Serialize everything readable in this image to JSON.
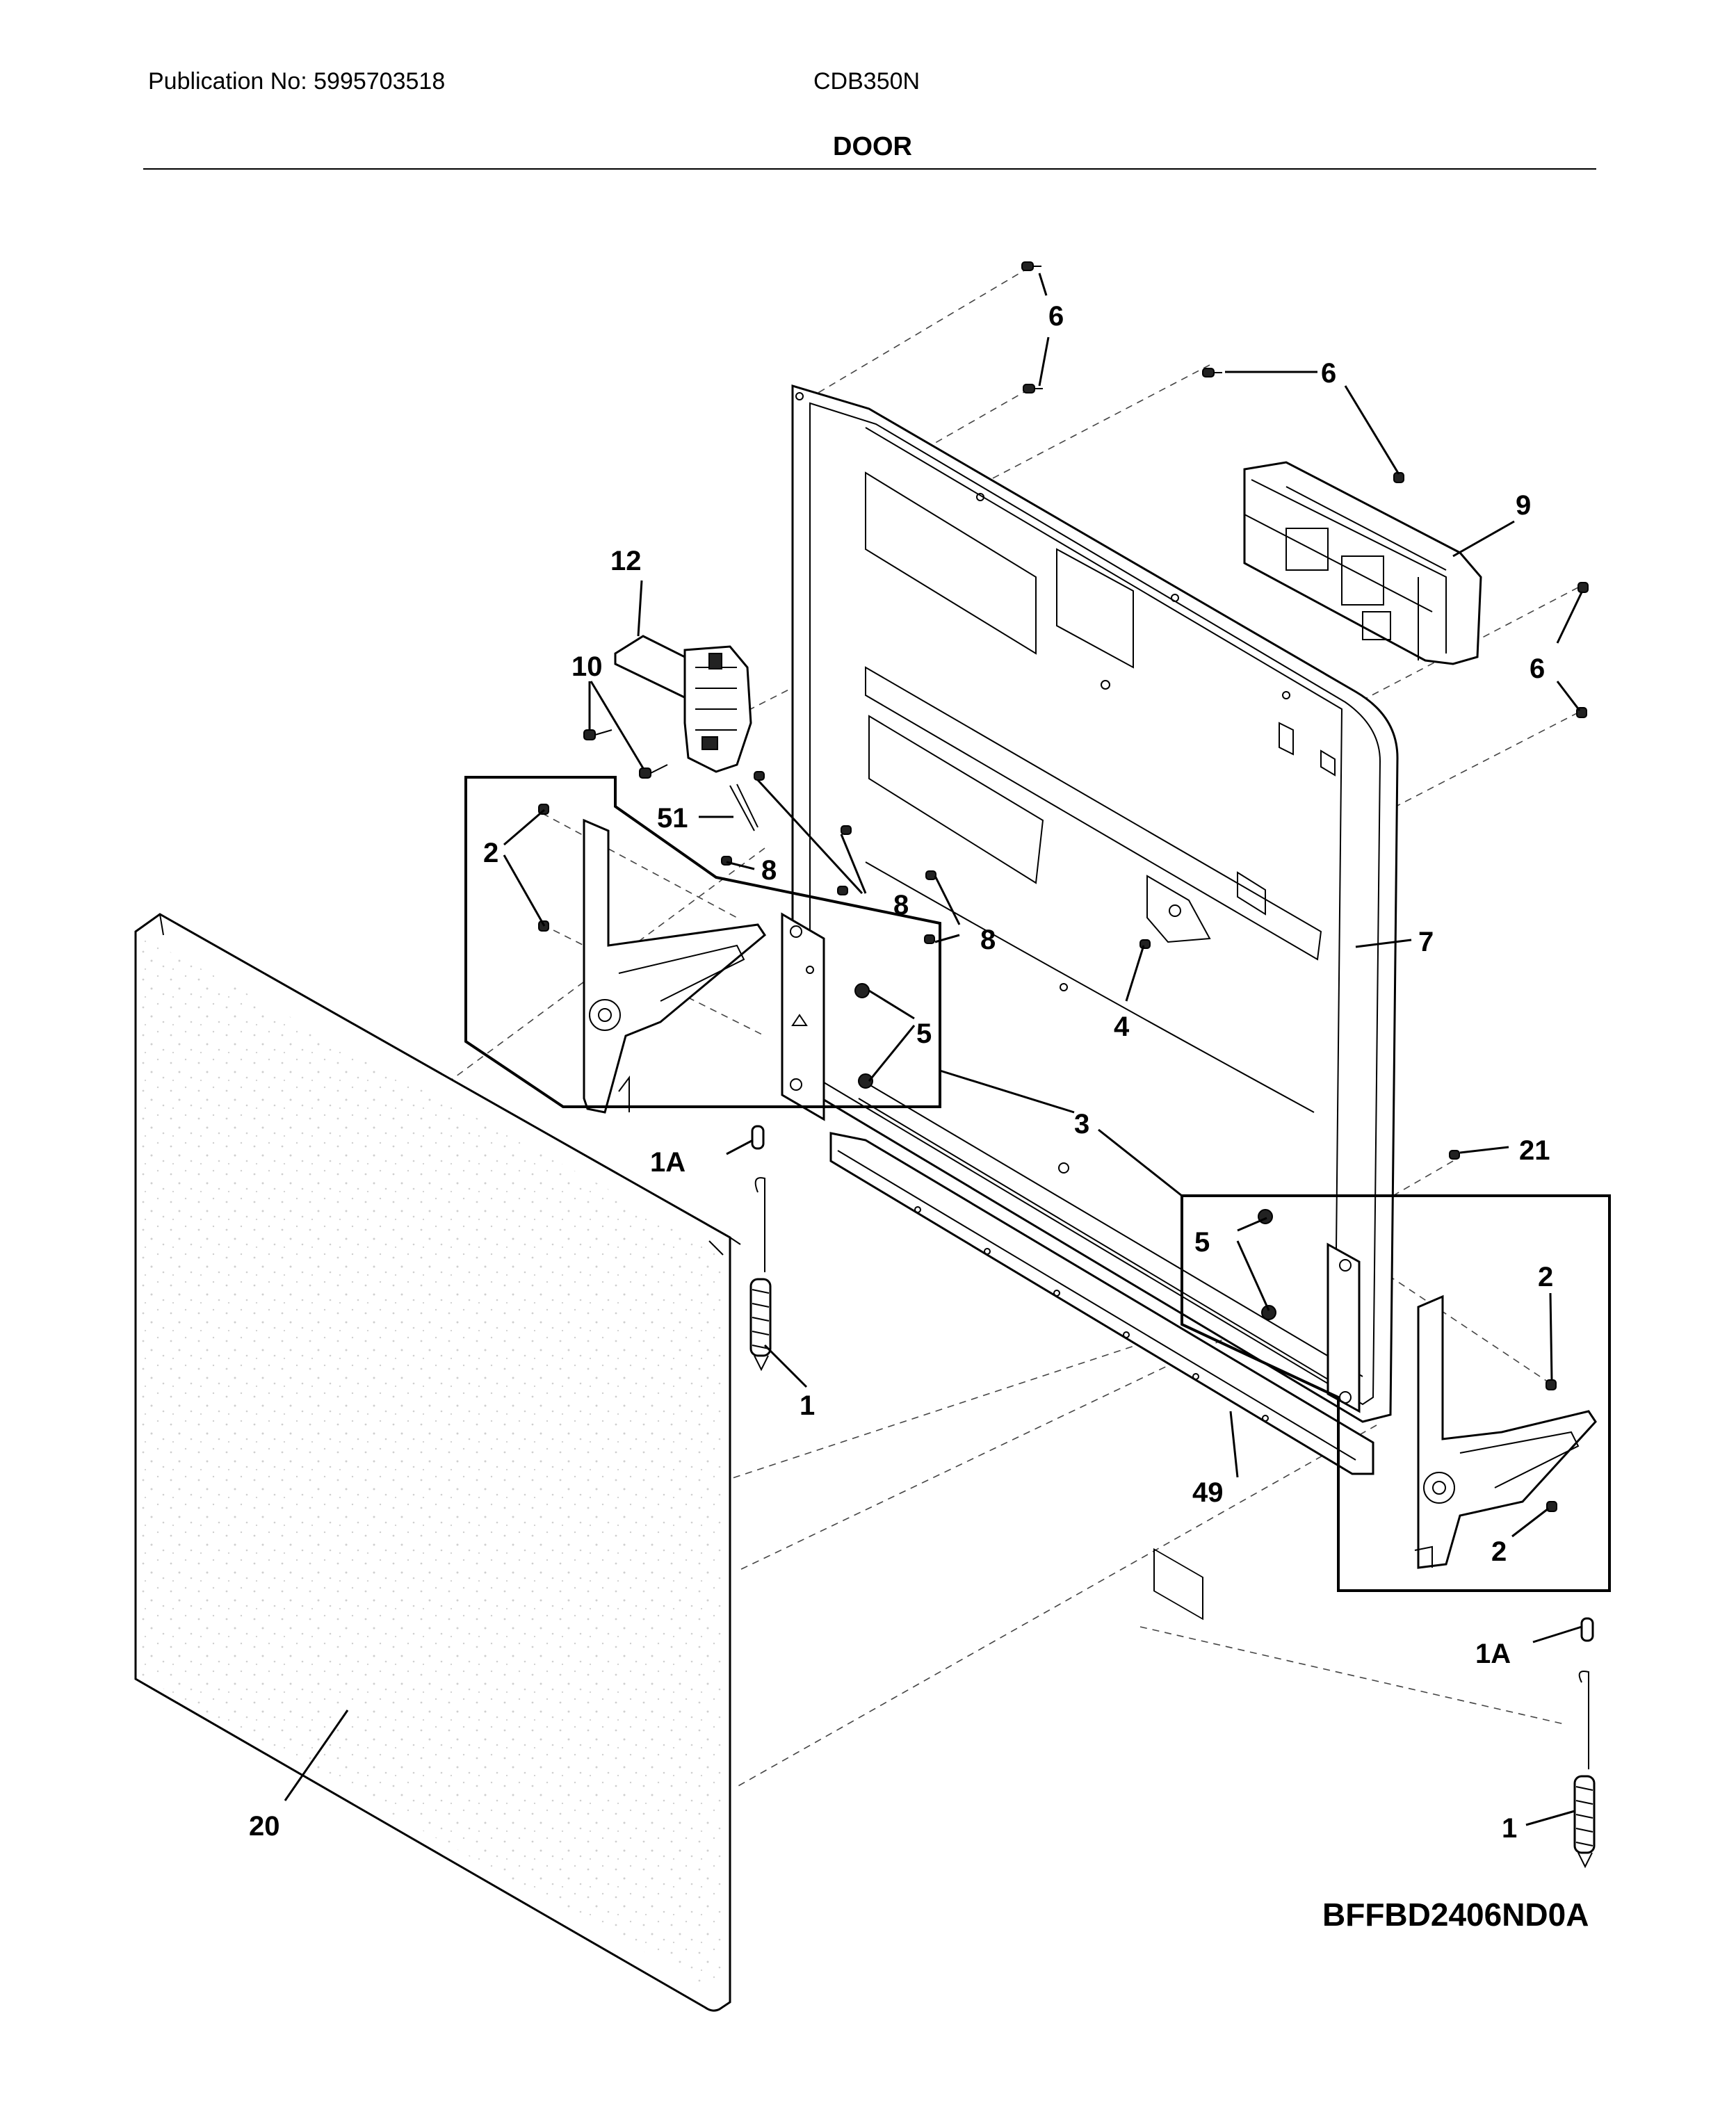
{
  "header": {
    "publication": "Publication No: 5995703518",
    "model": "CDB350N",
    "section_title": "DOOR"
  },
  "diagram_code": "BFFBD2406ND0A",
  "callouts": {
    "c1_left": "1",
    "c1_right": "1",
    "c1a_left": "1A",
    "c1a_right": "1A",
    "c2_a": "2",
    "c2_b": "2",
    "c2_c": "2",
    "c3": "3",
    "c4": "4",
    "c5_left": "5",
    "c5_right": "5",
    "c6_a": "6",
    "c6_b": "6",
    "c6_c": "6",
    "c7": "7",
    "c8_a": "8",
    "c8_b": "8",
    "c8_c": "8",
    "c9": "9",
    "c10": "10",
    "c12": "12",
    "c20": "20",
    "c21": "21",
    "c49": "49",
    "c51": "51"
  }
}
